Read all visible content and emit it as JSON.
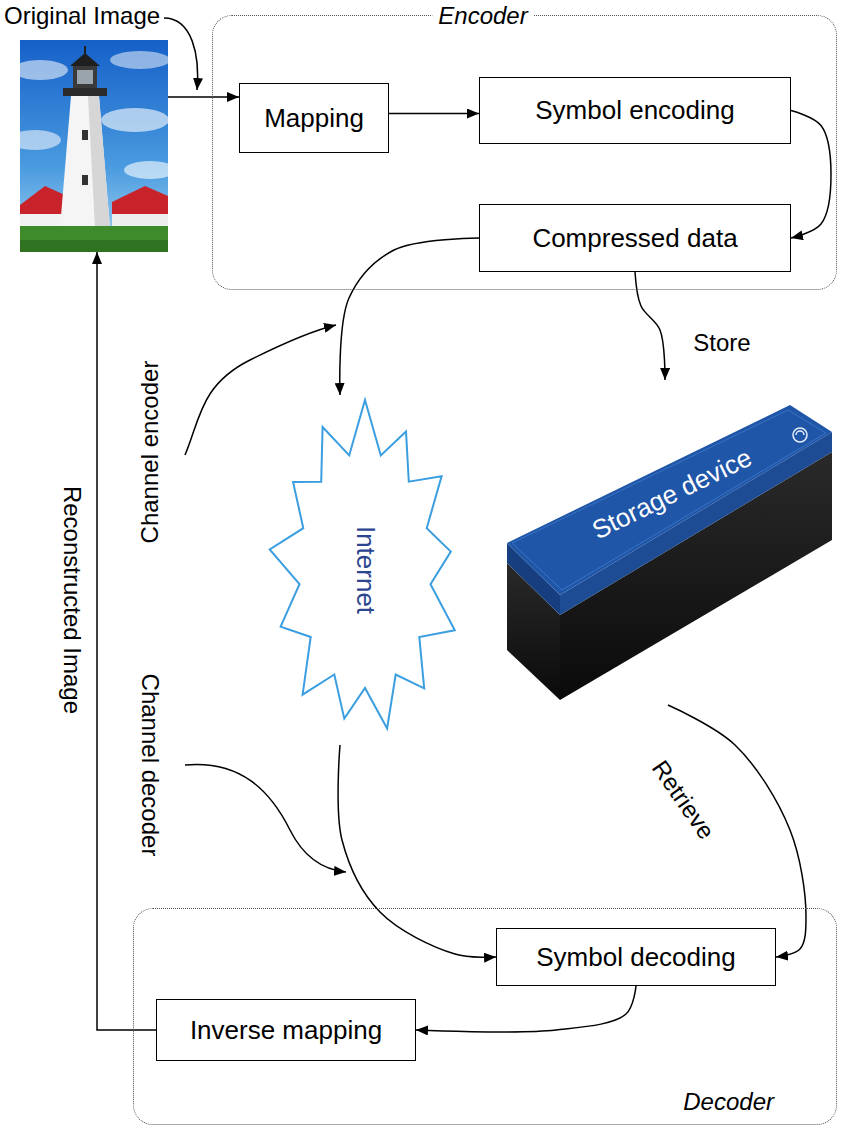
{
  "diagram": {
    "nodes": [
      {
        "text": [
          "Original Image"
        ]
      },
      {
        "text": [
          "Encoder"
        ]
      },
      {
        "text": [
          "Mapping"
        ],
        "in": 1
      },
      {
        "text": [
          "Symbol encoding"
        ],
        "in": 1
      },
      {
        "text": [
          "Compressed data"
        ],
        "in": 1
      },
      {
        "text": [
          "Internet"
        ]
      },
      {
        "text": [
          "Storage device"
        ]
      },
      {
        "text": [
          "Decoder"
        ]
      },
      {
        "text": [
          "Symbol decoding"
        ],
        "in": 7
      },
      {
        "text": [
          "Inverse mapping"
        ],
        "in": 7
      }
    ],
    "edges": [
      {
        "from": 0,
        "to": 2,
        "arrow": "to"
      },
      {
        "from": 2,
        "to": 3,
        "arrow": "to"
      },
      {
        "from": 3,
        "to": 4,
        "arrow": "to"
      },
      {
        "from": 4,
        "to": 5,
        "arrow": "to"
      },
      {
        "from": 4,
        "to": 6,
        "arrow": "to",
        "label": "Store"
      },
      {
        "from": 5,
        "to": 8,
        "arrow": "to"
      },
      {
        "from": 6,
        "to": 8,
        "arrow": "to",
        "label": "Retrieve"
      },
      {
        "from": 8,
        "to": 9,
        "arrow": "to"
      },
      {
        "from": 9,
        "to": 0,
        "arrow": "to",
        "label": "Reconstructed Image"
      }
    ],
    "labels": [
      "Channel encoder",
      "Channel decoder"
    ]
  }
}
